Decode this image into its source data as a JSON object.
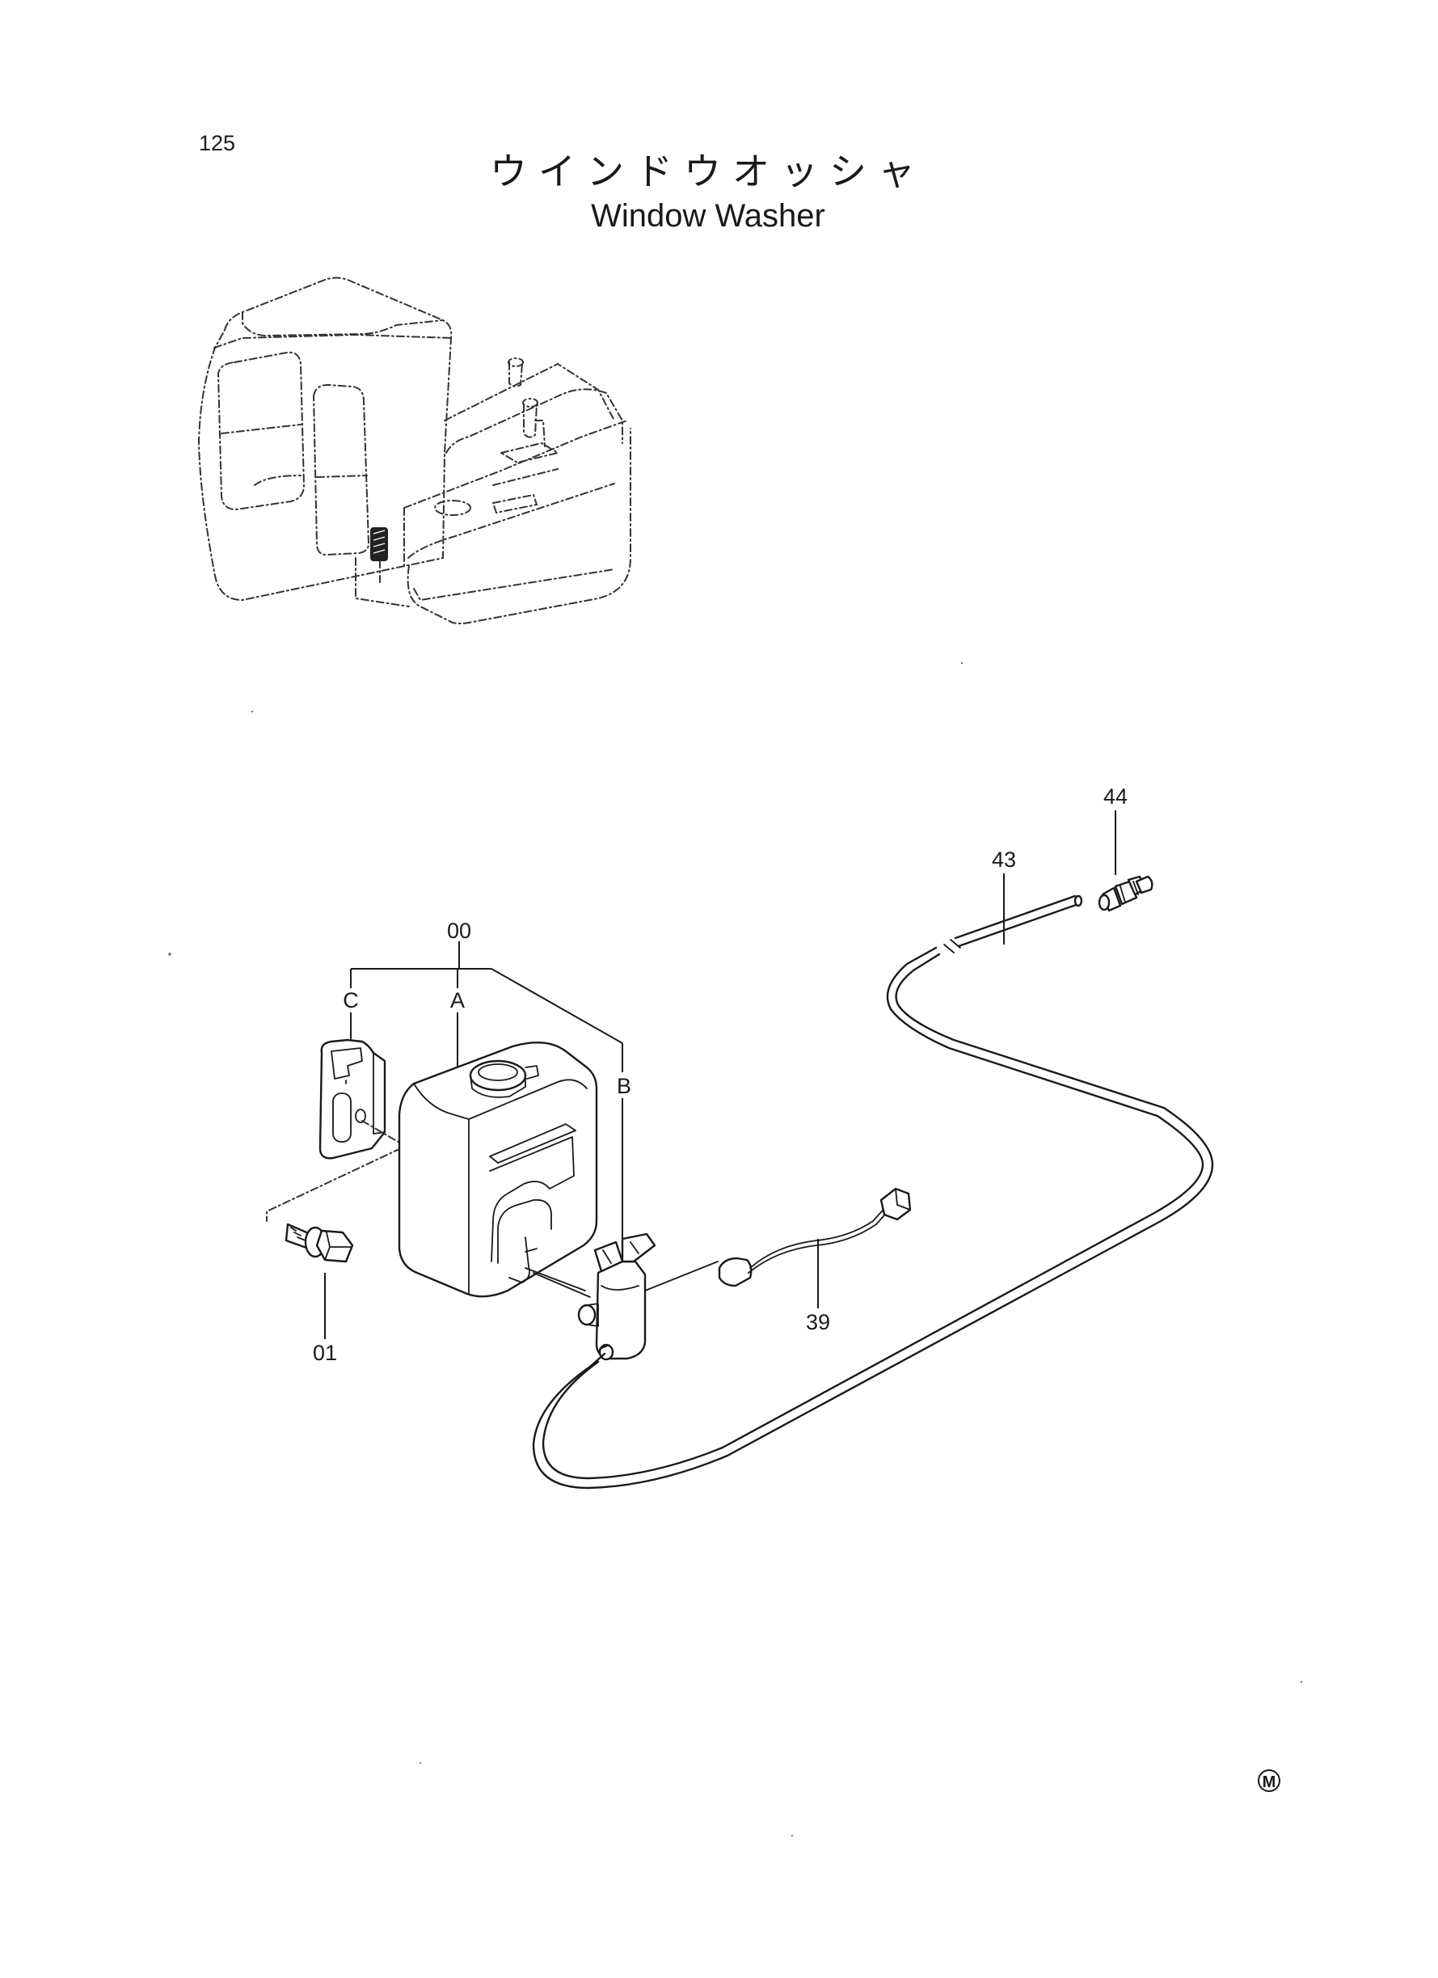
{
  "page": {
    "number": "125",
    "title_jp": "ウインドウオッシャ",
    "title_en": "Window Washer",
    "mark": "M"
  },
  "callouts": {
    "assembly": "00",
    "tank": "A",
    "pump": "B",
    "bracket": "C",
    "bolt": "01",
    "harness": "39",
    "hose": "43",
    "nozzle": "44"
  },
  "colors": {
    "ink": "#1a1a1a",
    "paper": "#ffffff"
  }
}
